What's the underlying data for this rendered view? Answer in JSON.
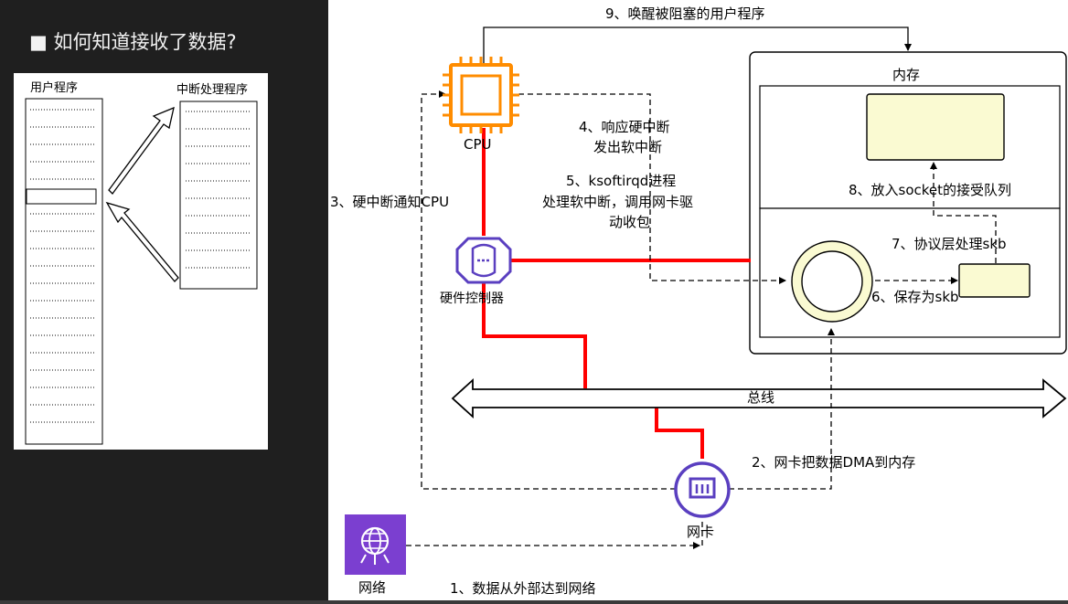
{
  "slide": {
    "bullet": "■",
    "title": "如何知道接收了数据?"
  },
  "left_diagram": {
    "user_program_label": "用户程序",
    "interrupt_handler_label": "中断处理程序"
  },
  "main_diagram": {
    "memory_label": "内存",
    "cpu_label": "CPU",
    "hardware_controller_label": "硬件控制器",
    "bus_label": "总线",
    "nic_label": "网卡",
    "network_label": "网络",
    "steps": {
      "step1": "1、数据从外部达到网络",
      "step2": "2、网卡把数据DMA到内存",
      "step3": "3、硬中断通知CPU",
      "step4_line1": "4、响应硬中断",
      "step4_line2": "发出软中断",
      "step5_line1": "5、ksoftirqd进程",
      "step5_line2": "处理软中断，调用网卡驱",
      "step5_line3": "动收包",
      "step6": "6、保存为skb",
      "step7": "7、协议层处理skb",
      "step8": "8、放入socket的接受队列",
      "step9": "9、唤醒被阻塞的用户程序"
    }
  },
  "colors": {
    "red_path": "#ff0000",
    "icon_purple": "#6b46c1",
    "memory_fill": "#fafad2",
    "slide_background": "#1f1f1f"
  }
}
